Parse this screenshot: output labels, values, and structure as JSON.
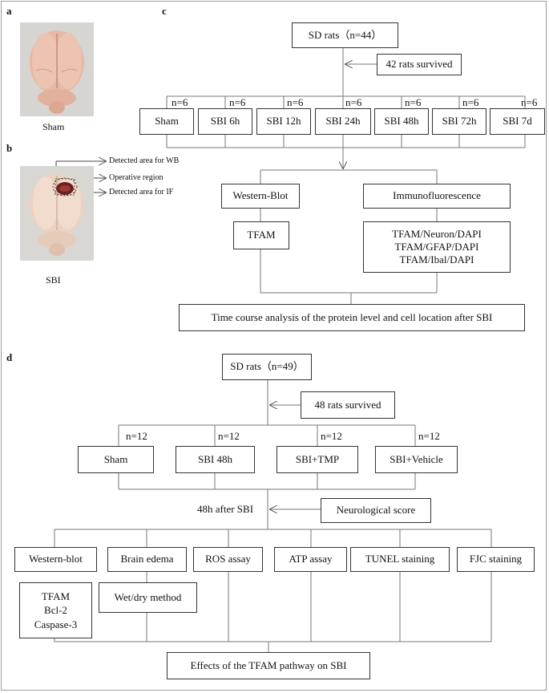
{
  "panels": {
    "a": "a",
    "b": "b",
    "c": "c",
    "d": "d"
  },
  "panel_a": {
    "caption": "Sham"
  },
  "panel_b": {
    "caption": "SBI",
    "annotations": [
      "Detected area for WB",
      "Operative region",
      "Detected area for IF"
    ]
  },
  "panel_c": {
    "top": "SD rats（n=44）",
    "survived": "42 rats survived",
    "groups": [
      {
        "n": "n=6",
        "label": "Sham"
      },
      {
        "n": "n=6",
        "label": "SBI 6h"
      },
      {
        "n": "n=6",
        "label": "SBI 12h"
      },
      {
        "n": "n=6",
        "label": "SBI 24h"
      },
      {
        "n": "n=6",
        "label": "SBI 48h"
      },
      {
        "n": "n=6",
        "label": "SBI 72h"
      },
      {
        "n": "n=6",
        "label": "SBI 7d"
      }
    ],
    "wb": "Western-Blot",
    "if": "Immunofluorescence",
    "wb_target": "TFAM",
    "if_targets": [
      "TFAM/Neuron/DAPI",
      "TFAM/GFAP/DAPI",
      "TFAM/Ibal/DAPI"
    ],
    "result": "Time course analysis of the protein level and cell location after SBI"
  },
  "panel_d": {
    "top": "SD rats（n=49）",
    "survived": "48 rats survived",
    "groups": [
      {
        "n": "n=12",
        "label": "Sham"
      },
      {
        "n": "n=12",
        "label": "SBI 48h"
      },
      {
        "n": "n=12",
        "label": "SBI+TMP"
      },
      {
        "n": "n=12",
        "label": "SBI+Vehicle"
      }
    ],
    "after": "48h after SBI",
    "score": "Neurological score",
    "assays": [
      "Western-blot",
      "Brain edema",
      "ROS assay",
      "ATP assay",
      "TUNEL staining",
      "FJC staining"
    ],
    "wb_targets": [
      "TFAM",
      "Bcl-2",
      "Caspase-3"
    ],
    "edema_method": "Wet/dry method",
    "result": "Effects of the TFAM pathway on SBI"
  }
}
